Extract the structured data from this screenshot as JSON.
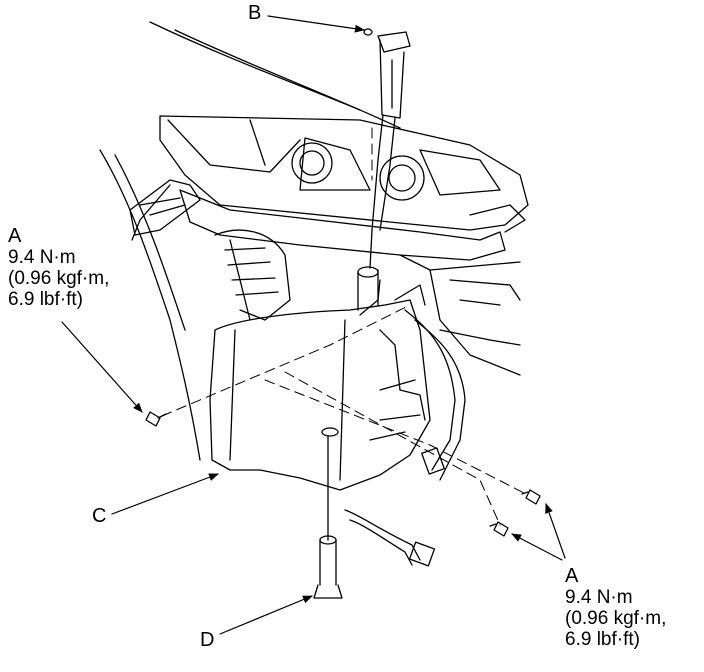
{
  "callouts": {
    "b": {
      "letter": "B"
    },
    "a_left": {
      "letter": "A",
      "torque_nm": "9.4 N·m",
      "torque_kgf": "(0.96 kgf·m,",
      "torque_lbf": "6.9 lbf·ft)"
    },
    "c": {
      "letter": "C"
    },
    "d": {
      "letter": "D"
    },
    "a_right": {
      "letter": "A",
      "torque_nm": "9.4 N·m",
      "torque_kgf": "(0.96 kgf·m,",
      "torque_lbf": "6.9 lbf·ft)"
    }
  }
}
